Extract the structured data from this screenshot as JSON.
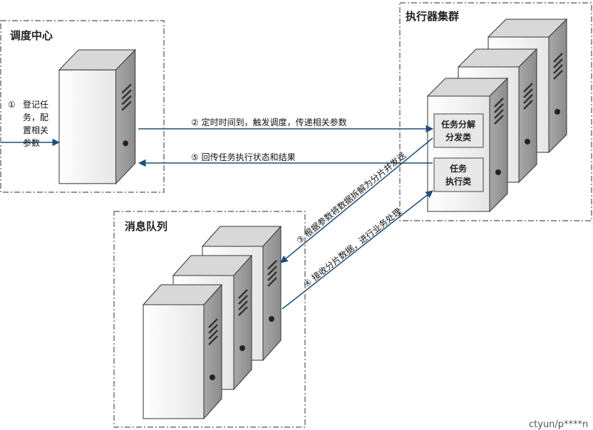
{
  "groups": {
    "dispatch_center": "调度中心",
    "executor_cluster": "执行器集群",
    "message_queue": "消息队列"
  },
  "flows": {
    "register_num": "①",
    "register_lines": [
      "登记任",
      "务，配",
      "置相关",
      "参数"
    ],
    "trigger": "② 定时时间到，触发调度，传递相关参数",
    "callback": "⑤ 回传任务执行状态和结果",
    "split_send": "③ 根据参数将数据拆解为分片并发送",
    "receive_shard": "④ 接收分片数据，进行业务处理"
  },
  "executor_modules": {
    "split": [
      "任务分解",
      "分发类"
    ],
    "execute": [
      "任务",
      "执行类"
    ]
  },
  "watermark": "ctyun/p****n"
}
